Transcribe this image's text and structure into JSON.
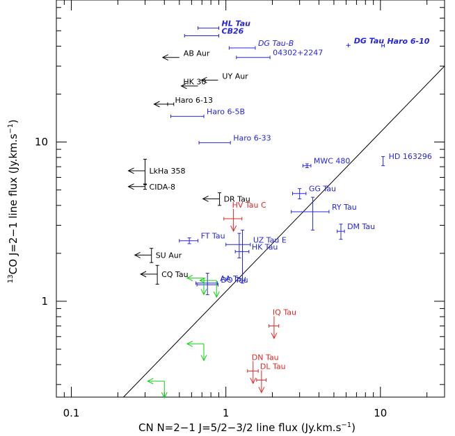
{
  "chart_data": {
    "type": "scatter",
    "xlabel": "CN N=2−1 J=5/2−3/2 line flux (Jy.km.s",
    "xlabel_sup": "−1",
    "xlabel_end": ")",
    "ylabel_pre": "13",
    "ylabel": "CO J=2−1 line flux (Jy.km.s",
    "ylabel_sup": "−1",
    "ylabel_end": ")",
    "x_scale": "log",
    "y_scale": "log",
    "xlim": [
      0.08,
      26
    ],
    "ylim": [
      0.25,
      78
    ],
    "x_ticklabels": [
      {
        "v": 0.1,
        "t": "0.1"
      },
      {
        "v": 1,
        "t": "1"
      },
      {
        "v": 10,
        "t": "10"
      }
    ],
    "y_ticklabels": [
      {
        "v": 1,
        "t": "1"
      },
      {
        "v": 10,
        "t": "10"
      }
    ],
    "line": {
      "x": [
        0.2,
        26
      ],
      "y": [
        0.23,
        30
      ]
    },
    "colors": {
      "black": "#000000",
      "blue": "#2424e6",
      "red": "#e62424",
      "green": "#10d010"
    },
    "sources": [
      {
        "name": "HL Tau",
        "x": 0.78,
        "y": 52,
        "xerr": 0.12,
        "color": "blue",
        "style": "bold-italic"
      },
      {
        "name": "CB26",
        "x": 0.72,
        "y": 46.5,
        "xerr": 0.18,
        "color": "blue",
        "style": "bold-italic"
      },
      {
        "name": "DG Tau-B",
        "x": 1.3,
        "y": 39,
        "xerr": 0.25,
        "color": "blue",
        "style": "italic"
      },
      {
        "name": "04302+2247",
        "x": 1.55,
        "y": 34,
        "xerr": 0.38,
        "color": "blue"
      },
      {
        "name": "DG Tau",
        "x": 6.2,
        "y": 40.5,
        "color": "blue",
        "style": "bold-italic"
      },
      {
        "name": "Haro 6-10",
        "x": 10.4,
        "y": 40.3,
        "xerr": 0.2,
        "color": "blue",
        "style": "bold-italic"
      },
      {
        "name": "Haro 6-5B",
        "x": 0.58,
        "y": 14.5,
        "xerr": 0.14,
        "color": "blue"
      },
      {
        "name": "Haro 6-33",
        "x": 0.87,
        "y": 9.9,
        "xerr": 0.2,
        "color": "blue"
      },
      {
        "name": "MWC 480",
        "x": 3.35,
        "y": 7.1,
        "xerr": 0.2,
        "yerr": 0.2,
        "color": "blue"
      },
      {
        "name": "HD 163296",
        "x": 10.4,
        "y": 7.6,
        "yerr": 0.5,
        "color": "blue"
      },
      {
        "name": "GG Tau",
        "x": 3.0,
        "y": 4.75,
        "xerr": 0.3,
        "yerr": 0.35,
        "color": "blue"
      },
      {
        "name": "RY Tau",
        "x": 3.65,
        "y": 3.65,
        "xerr": 1.0,
        "yerr": 0.85,
        "color": "blue"
      },
      {
        "name": "DM Tau",
        "x": 5.55,
        "y": 2.75,
        "xerr": 0.3,
        "yerr": 0.3,
        "color": "blue"
      },
      {
        "name": "FT Tau",
        "x": 0.58,
        "y": 2.4,
        "xerr": 0.08,
        "yerr": 0.1,
        "color": "blue"
      },
      {
        "name": "UZ Tau E",
        "x": 1.22,
        "y": 2.27,
        "xerr": 0.22,
        "yerr": 0.4,
        "color": "blue"
      },
      {
        "name": "HK Tau",
        "x": 1.28,
        "y": 2.05,
        "xerr": 0.13,
        "yerr": 0.75,
        "color": "blue"
      },
      {
        "name": "AA Tau",
        "x": 0.76,
        "y": 1.3,
        "xerr": 0.12,
        "yerr": 0.2,
        "color": "blue"
      },
      {
        "name": "DO Tau",
        "x": 0.77,
        "y": 1.27,
        "xerr": 0.12,
        "color": "blue"
      },
      {
        "name": "AB Aur",
        "x": 0.5,
        "y": 34,
        "arrow": "left",
        "color": "black"
      },
      {
        "name": "UY Aur",
        "x": 0.89,
        "y": 24.5,
        "arrow": "left",
        "color": "black"
      },
      {
        "name": "HK 30",
        "x": 0.66,
        "y": 22.5,
        "arrow": "left",
        "color": "black",
        "label_x": 0.53,
        "label_y": 24
      },
      {
        "name": "Haro 6-13",
        "x": 0.44,
        "y": 17.3,
        "xerr": 0.02,
        "arrow": "left",
        "color": "black"
      },
      {
        "name": "LkHa 358",
        "x": 0.3,
        "y": 6.6,
        "yerr": 1.2,
        "arrow": "left",
        "color": "black"
      },
      {
        "name": "CIDA-8",
        "x": 0.3,
        "y": 5.25,
        "yerr": 0.2,
        "arrow": "left",
        "color": "black"
      },
      {
        "name": "DR Tau",
        "x": 0.91,
        "y": 4.4,
        "yerr": 0.4,
        "arrow": "left",
        "color": "black"
      },
      {
        "name": "SU Aur",
        "x": 0.33,
        "y": 1.95,
        "yerr": 0.2,
        "arrow": "left",
        "color": "black"
      },
      {
        "name": "CQ Tau",
        "x": 0.36,
        "y": 1.48,
        "yerr": 0.2,
        "arrow": "left",
        "color": "black"
      },
      {
        "name": "HV Tau C",
        "x": 1.12,
        "y": 3.3,
        "xerr": 0.15,
        "arrow": "down",
        "color": "red"
      },
      {
        "name": "IQ Tau",
        "x": 2.05,
        "y": 0.7,
        "xerr": 0.15,
        "arrow": "down",
        "color": "red"
      },
      {
        "name": "DN Tau",
        "x": 1.5,
        "y": 0.365,
        "xerr": 0.12,
        "arrow": "down",
        "color": "red"
      },
      {
        "name": "DL Tau",
        "x": 1.7,
        "y": 0.32,
        "xerr": 0.12,
        "arrow": "down",
        "color": "red"
      },
      {
        "name": "",
        "x": 0.72,
        "y": 1.4,
        "arrow": "corner",
        "color": "green"
      },
      {
        "name": "",
        "x": 0.87,
        "y": 1.35,
        "arrow": "corner",
        "color": "green"
      },
      {
        "name": "",
        "x": 0.72,
        "y": 0.54,
        "arrow": "corner",
        "color": "green"
      },
      {
        "name": "",
        "x": 0.4,
        "y": 0.315,
        "arrow": "corner",
        "color": "green"
      }
    ]
  }
}
